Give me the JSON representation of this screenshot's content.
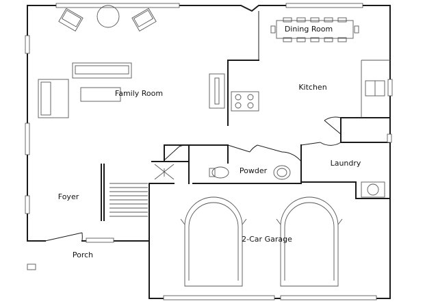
{
  "rooms": {
    "dining_room": "Dining Room",
    "kitchen": "Kitchen",
    "family_room": "Family Room",
    "laundry": "Laundry",
    "powder": "Powder",
    "foyer": "Foyer",
    "garage": "2-Car Garage",
    "porch": "Porch"
  }
}
